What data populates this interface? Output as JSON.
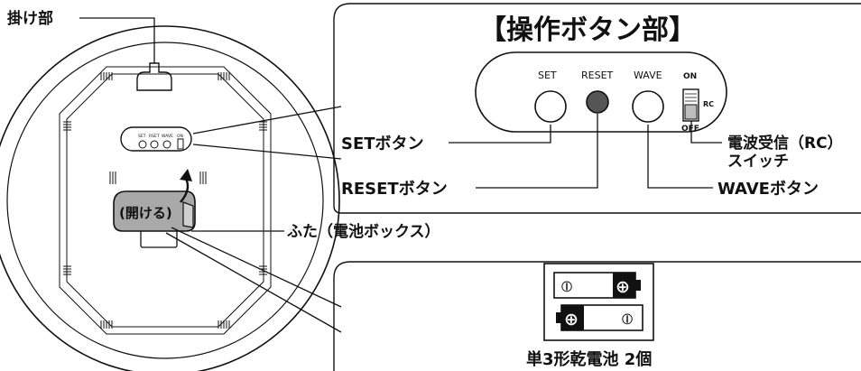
{
  "labels": {
    "hanger": "掛け部",
    "open": "(開ける)",
    "lid": "ふた（電池ボックス）",
    "set_button": "SETボタン",
    "reset_button": "RESETボタン",
    "wave_button": "WAVEボタン",
    "rc_switch_line1": "電波受信（RC）",
    "rc_switch_line2": "スイッチ"
  },
  "operation_panel": {
    "title": "【操作ボタン部】",
    "set": "SET",
    "reset": "RESET",
    "wave": "WAVE",
    "on": "ON",
    "rc": "RC",
    "off": "OFF"
  },
  "mini_panel": {
    "set": "SET",
    "reset": "RSET",
    "wave": "WAVE",
    "on": "ON"
  },
  "battery": {
    "minus_symbol": "⦶",
    "plus_symbol": "⊕",
    "caption": "単3形乾電池 2個"
  },
  "colors": {
    "line": "#111111",
    "lid_fill": "#a9a9a9",
    "reset_button": "#555555",
    "switch_knob": "#bdbdbd"
  }
}
